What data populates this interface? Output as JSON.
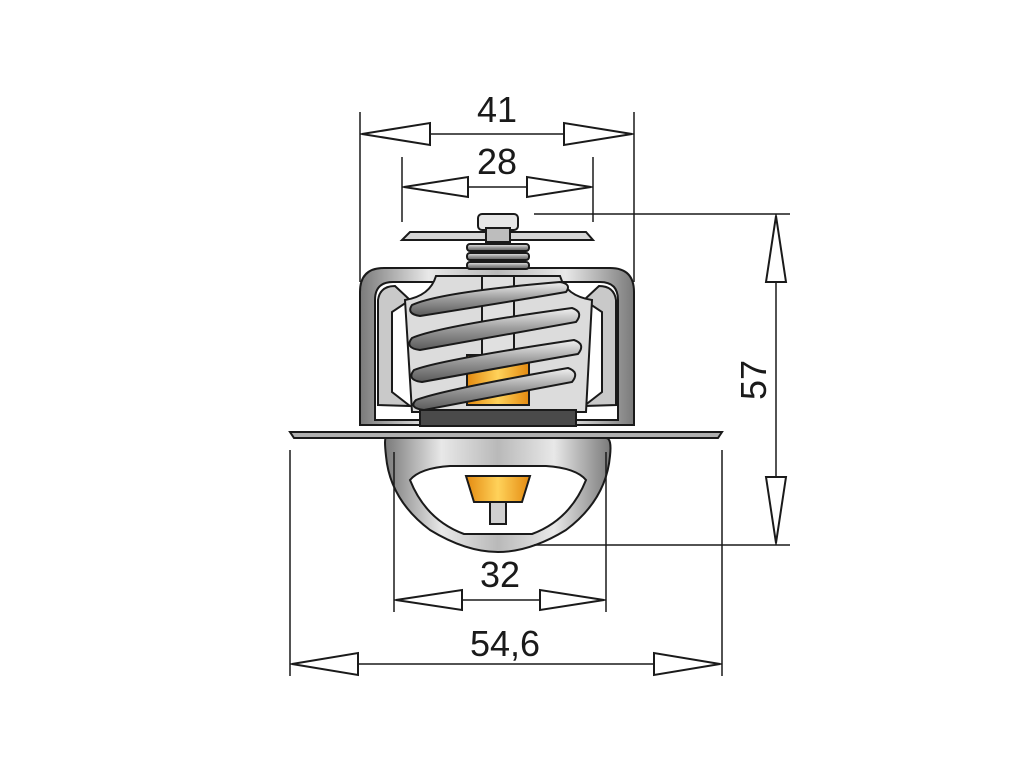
{
  "dimensions": {
    "top_outer_width": "41",
    "top_inner_width": "28",
    "total_height": "57",
    "bottom_inner_width": "32",
    "flange_width": "54,6"
  },
  "colors": {
    "line": "#1a1a1a",
    "steel_dark": "#6e6e6e",
    "steel_mid": "#a8a8a8",
    "steel_light": "#e4e4e4",
    "wax_element": "#f2a224"
  }
}
